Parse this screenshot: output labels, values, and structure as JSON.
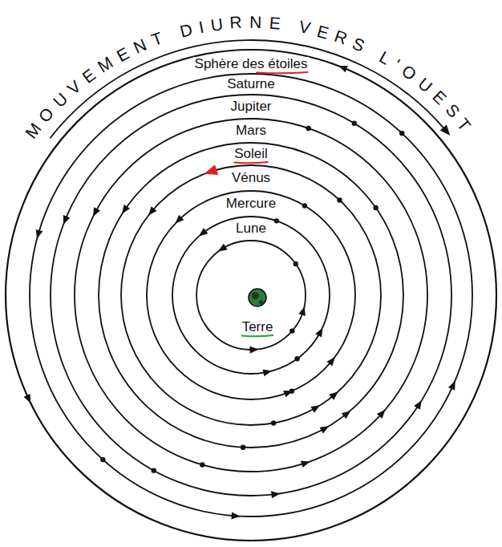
{
  "diagram": {
    "labels": [
      "MOUVEMENT DIURNE VERS L'OUEST",
      "Sphère des étoiles",
      "Saturne",
      "Jupiter",
      "Mars",
      "Soleil",
      "Vénus",
      "Mercure",
      "Lune",
      "Terre"
    ]
  }
}
